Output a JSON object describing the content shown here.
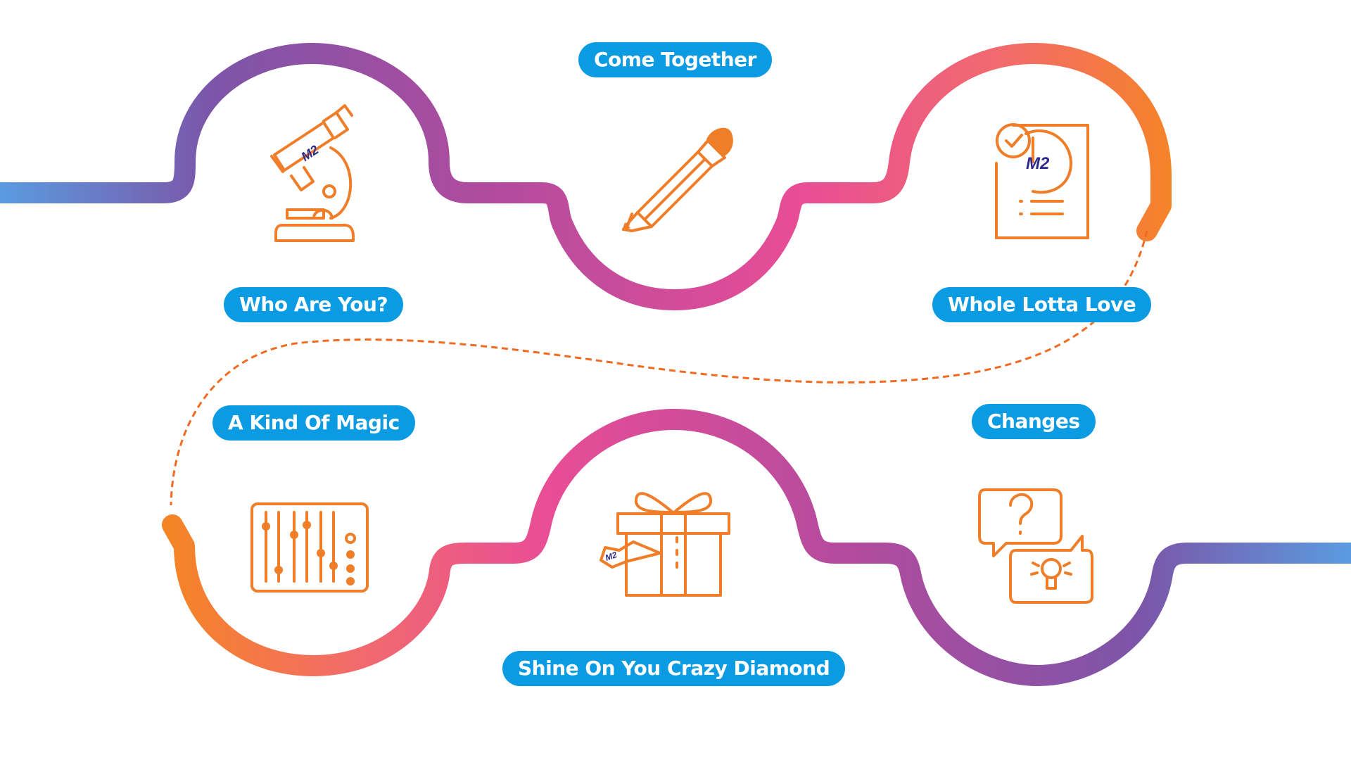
{
  "colors": {
    "label_bg": "#0b9be3",
    "label_text": "#ffffff",
    "icon": "#f07d28",
    "logo_text": "#2d2a8c",
    "connector": "#f06a22",
    "gradient_blue": "#5a9be0",
    "gradient_purple": "#7c55a8",
    "gradient_magenta": "#e24c96",
    "gradient_orange": "#f58426"
  },
  "steps": [
    {
      "label": "Who Are You?",
      "icon": "microscope-icon"
    },
    {
      "label": "Come Together",
      "icon": "pencil-icon"
    },
    {
      "label": "Whole Lotta Love",
      "icon": "document-check-icon"
    },
    {
      "label": "A Kind Of Magic",
      "icon": "mixer-sliders-icon"
    },
    {
      "label": "Shine On You Crazy Diamond",
      "icon": "gift-box-icon"
    },
    {
      "label": "Changes",
      "icon": "question-idea-chat-icon"
    }
  ],
  "logo_text": "M2"
}
